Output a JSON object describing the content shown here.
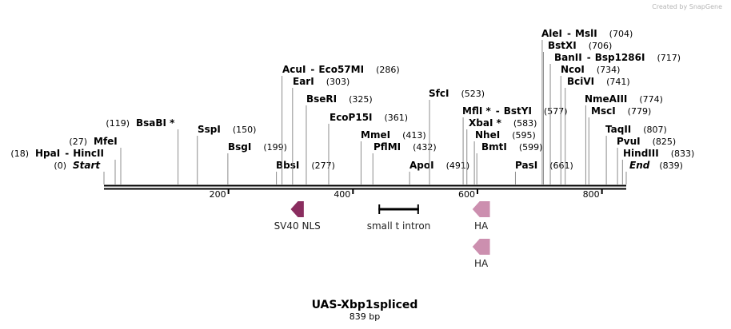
{
  "credit": "Created by SnapGene",
  "title": "UAS-Xbp1spliced",
  "length_label": "839 bp",
  "sequence_length": 839,
  "ticks": [
    {
      "value": 200,
      "label": "200"
    },
    {
      "value": 400,
      "label": "400"
    },
    {
      "value": 600,
      "label": "600"
    },
    {
      "value": 800,
      "label": "800"
    }
  ],
  "sites": [
    {
      "name": "",
      "suffix": "Start",
      "pos": 0,
      "pos_label": "(0)",
      "italic": true
    },
    {
      "name": "HpaI",
      "suffix": "HincII",
      "pos": 18,
      "pos_label": "(18)",
      "italic": false
    },
    {
      "name": "MfeI",
      "suffix": "",
      "pos": 27,
      "pos_label": "(27)",
      "italic": false
    },
    {
      "name": "BsaBI *",
      "suffix": "",
      "pos": 119,
      "pos_label": "(119)",
      "italic": false
    },
    {
      "name": "SspI",
      "suffix": "",
      "pos": 150,
      "pos_label": "(150)",
      "italic": false
    },
    {
      "name": "BsgI",
      "suffix": "",
      "pos": 199,
      "pos_label": "(199)",
      "italic": false
    },
    {
      "name": "BbsI",
      "suffix": "",
      "pos": 277,
      "pos_label": "(277)",
      "italic": false
    },
    {
      "name": "AcuI",
      "suffix": "Eco57MI",
      "pos": 286,
      "pos_label": "(286)",
      "italic": false
    },
    {
      "name": "EarI",
      "suffix": "",
      "pos": 303,
      "pos_label": "(303)",
      "italic": false
    },
    {
      "name": "BseRI",
      "suffix": "",
      "pos": 325,
      "pos_label": "(325)",
      "italic": false
    },
    {
      "name": "EcoP15I",
      "suffix": "",
      "pos": 361,
      "pos_label": "(361)",
      "italic": false
    },
    {
      "name": "MmeI",
      "suffix": "",
      "pos": 413,
      "pos_label": "(413)",
      "italic": false
    },
    {
      "name": "PflMI",
      "suffix": "",
      "pos": 432,
      "pos_label": "(432)",
      "italic": false
    },
    {
      "name": "ApoI",
      "suffix": "",
      "pos": 491,
      "pos_label": "(491)",
      "italic": false
    },
    {
      "name": "SfcI",
      "suffix": "",
      "pos": 523,
      "pos_label": "(523)",
      "italic": false
    },
    {
      "name": "MflI *",
      "suffix": "BstYI",
      "pos": 577,
      "pos_label": "(577)",
      "italic": false
    },
    {
      "name": "XbaI *",
      "suffix": "",
      "pos": 583,
      "pos_label": "(583)",
      "italic": false
    },
    {
      "name": "NheI",
      "suffix": "",
      "pos": 595,
      "pos_label": "(595)",
      "italic": false
    },
    {
      "name": "BmtI",
      "suffix": "",
      "pos": 599,
      "pos_label": "(599)",
      "italic": false
    },
    {
      "name": "PasI",
      "suffix": "",
      "pos": 661,
      "pos_label": "(661)",
      "italic": false
    },
    {
      "name": "AleI",
      "suffix": "MslI",
      "pos": 704,
      "pos_label": "(704)",
      "italic": false
    },
    {
      "name": "BstXI",
      "suffix": "",
      "pos": 706,
      "pos_label": "(706)",
      "italic": false
    },
    {
      "name": "BanII",
      "suffix": "Bsp1286I",
      "pos": 717,
      "pos_label": "(717)",
      "italic": false
    },
    {
      "name": "NcoI",
      "suffix": "",
      "pos": 734,
      "pos_label": "(734)",
      "italic": false
    },
    {
      "name": "BciVI",
      "suffix": "",
      "pos": 741,
      "pos_label": "(741)",
      "italic": false
    },
    {
      "name": "NmeAIII",
      "suffix": "",
      "pos": 774,
      "pos_label": "(774)",
      "italic": false
    },
    {
      "name": "MscI",
      "suffix": "",
      "pos": 779,
      "pos_label": "(779)",
      "italic": false
    },
    {
      "name": "TaqII",
      "suffix": "",
      "pos": 807,
      "pos_label": "(807)",
      "italic": false
    },
    {
      "name": "PvuI",
      "suffix": "",
      "pos": 825,
      "pos_label": "(825)",
      "italic": false
    },
    {
      "name": "HindIII",
      "suffix": "",
      "pos": 833,
      "pos_label": "(833)",
      "italic": false
    },
    {
      "name": "",
      "suffix": "End",
      "pos": 839,
      "pos_label": "(839)",
      "italic": true
    }
  ],
  "features": [
    {
      "label": "SV40 NLS",
      "type": "arrow",
      "direction": "left",
      "start": 300,
      "end": 321,
      "color": "#8a2d5f"
    },
    {
      "label": "small t intron",
      "type": "bar",
      "start": 441,
      "end": 506,
      "color": "#000000"
    },
    {
      "label": "HA",
      "type": "arrow",
      "direction": "left",
      "start": 592,
      "end": 620,
      "color": "#cc8faf"
    },
    {
      "label": "HA",
      "type": "arrow",
      "direction": "left",
      "start": 592,
      "end": 620,
      "color": "#cc8faf"
    }
  ]
}
